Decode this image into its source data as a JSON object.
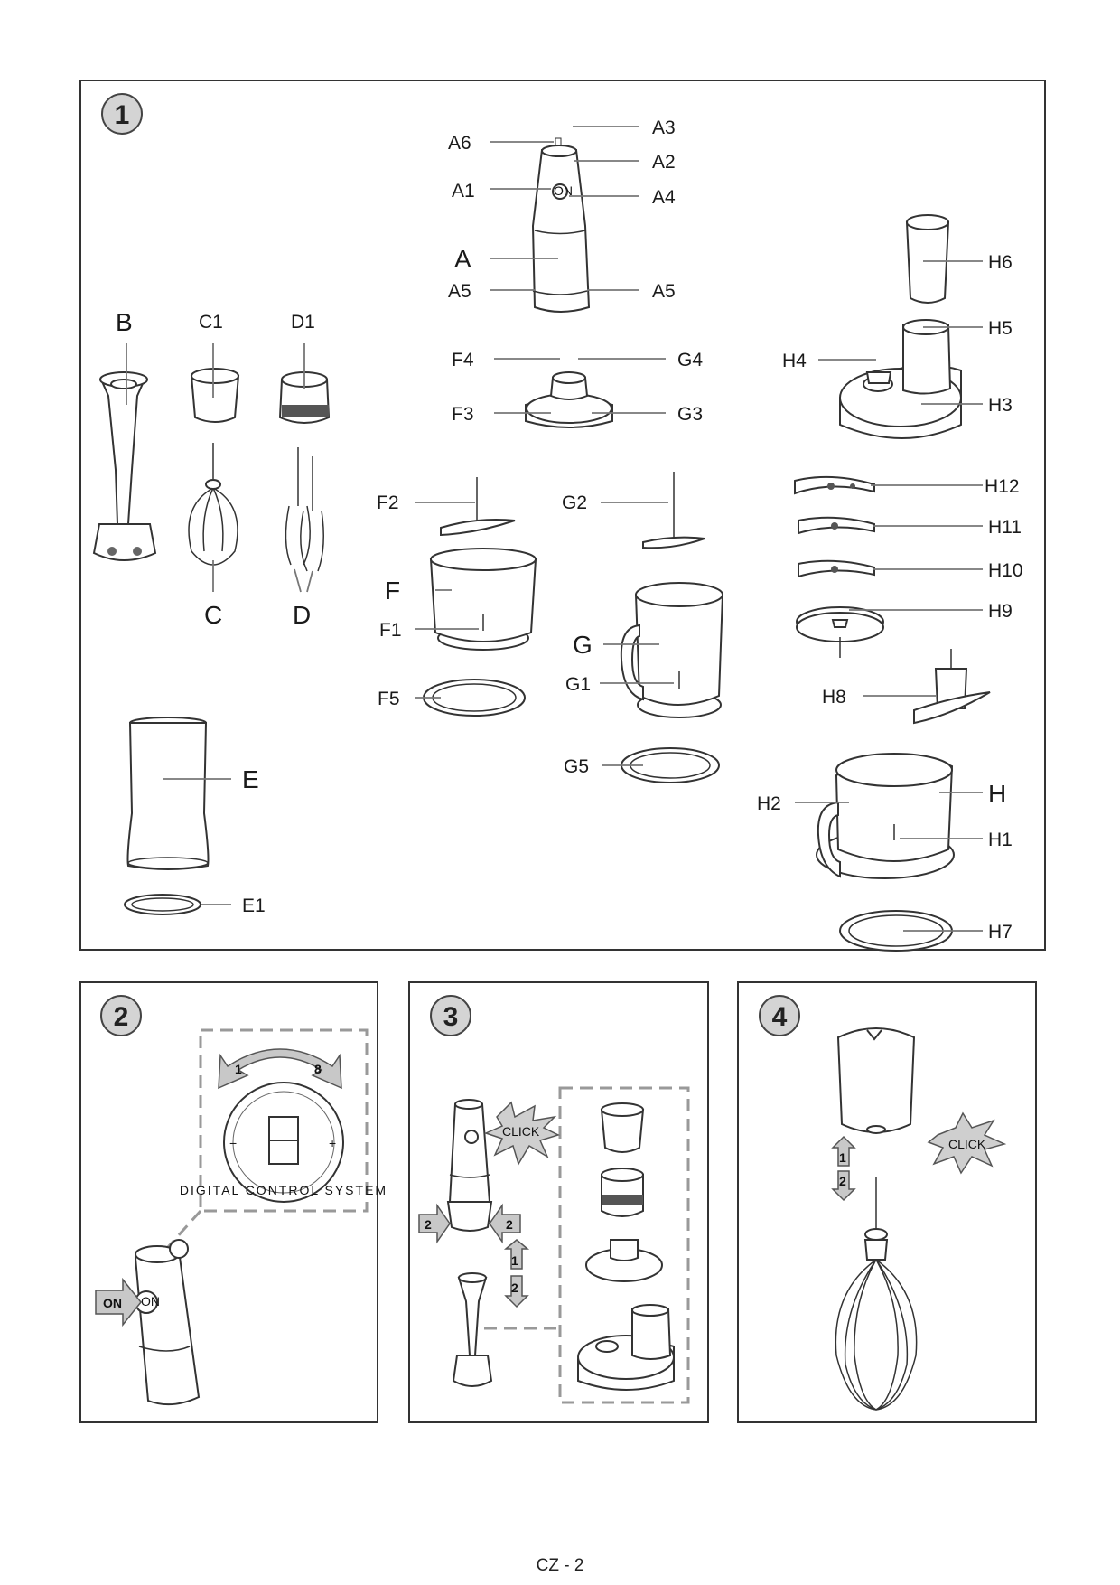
{
  "panels": {
    "p1": {
      "number": "1"
    },
    "p2": {
      "number": "2",
      "on_label": "ON",
      "dial_min": "1",
      "dial_max": "8",
      "dial_minus": "−",
      "dial_plus": "+",
      "dial_ring_text": "DIGITAL CONTROL SYSTEM"
    },
    "p3": {
      "number": "3",
      "click": "CLICK",
      "step1": "1",
      "step2": "2",
      "side_left": "2",
      "side_right": "2"
    },
    "p4": {
      "number": "4",
      "click": "CLICK",
      "step1": "1",
      "step2": "2"
    }
  },
  "labels": {
    "A": "A",
    "A1": "A1",
    "A2": "A2",
    "A3": "A3",
    "A4": "A4",
    "A5l": "A5",
    "A5r": "A5",
    "A6": "A6",
    "on_button": "ON",
    "B": "B",
    "C": "C",
    "C1": "C1",
    "D": "D",
    "D1": "D1",
    "E": "E",
    "E1": "E1",
    "F": "F",
    "F1": "F1",
    "F2": "F2",
    "F3": "F3",
    "F4": "F4",
    "F5": "F5",
    "G": "G",
    "G1": "G1",
    "G2": "G2",
    "G3": "G3",
    "G4": "G4",
    "G5": "G5",
    "H": "H",
    "H1": "H1",
    "H2": "H2",
    "H3": "H3",
    "H4": "H4",
    "H5": "H5",
    "H6": "H6",
    "H7": "H7",
    "H8": "H8",
    "H9": "H9",
    "H10": "H10",
    "H11": "H11",
    "H12": "H12"
  },
  "footer": {
    "page": "CZ - 2"
  }
}
